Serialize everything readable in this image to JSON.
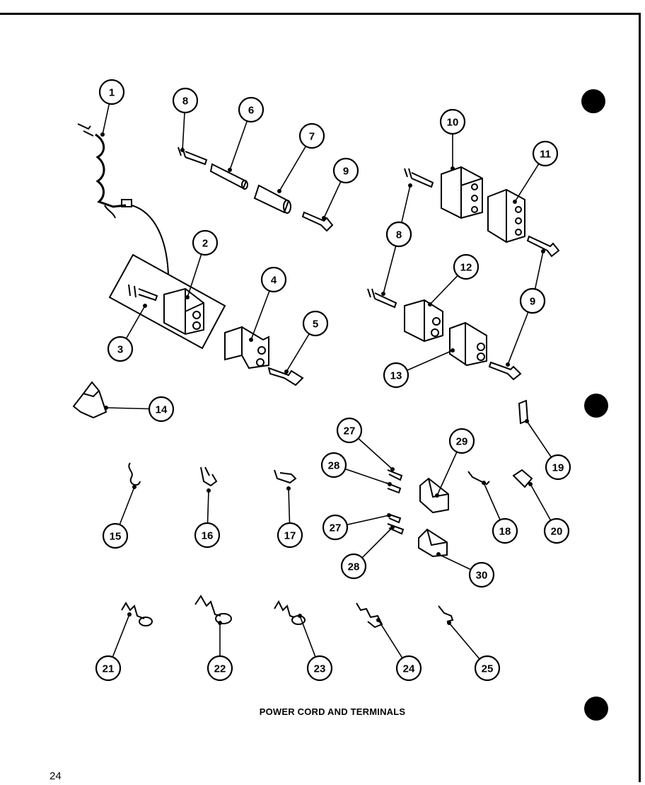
{
  "title": "POWER CORD AND TERMINALS",
  "page_number": "24",
  "callouts": [
    "1",
    "2",
    "3",
    "4",
    "5",
    "6",
    "7",
    "8",
    "9",
    "10",
    "11",
    "12",
    "13",
    "14",
    "15",
    "16",
    "17",
    "18",
    "19",
    "20",
    "21",
    "22",
    "23",
    "24",
    "25",
    "27",
    "28",
    "29",
    "30"
  ],
  "parts": [
    "power-cord",
    "connector-housing",
    "terminal",
    "connector-housing-pair",
    "pin-terminal",
    "sleeve",
    "insulator-sleeve",
    "receptacle-terminal",
    "pin-terminal",
    "connector-housing",
    "connector-housing",
    "connector-housing",
    "connector-housing",
    "clamp",
    "wire-clip",
    "terminal",
    "terminal",
    "terminal",
    "terminal",
    "connector",
    "ring-terminal",
    "ring-terminal",
    "ring-terminal",
    "terminal",
    "terminal",
    "terminal",
    "terminal",
    "connector-housing",
    "connector-housing"
  ]
}
